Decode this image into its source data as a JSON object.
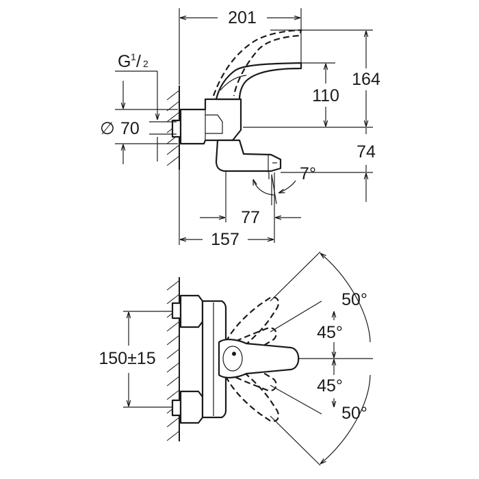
{
  "side_view": {
    "dim_overall_depth": "201",
    "dim_spout_reach_total": "157",
    "dim_spout_from_body": "77",
    "dim_height_total": "164",
    "dim_lever_height": "110",
    "dim_spout_drop": "74",
    "dim_tilt_angle": "7°",
    "dim_thread": "G",
    "dim_thread_num": "1",
    "dim_thread_den": "2",
    "dim_diameter": "70",
    "diameter_symbol": "∅"
  },
  "top_view": {
    "dim_centers": "150±15",
    "angle_outer_top": "50°",
    "angle_inner_top": "45°",
    "angle_inner_bottom": "45°",
    "angle_outer_bottom": "50°"
  },
  "colors": {
    "line": "#1a1a1a",
    "background": "#ffffff"
  }
}
